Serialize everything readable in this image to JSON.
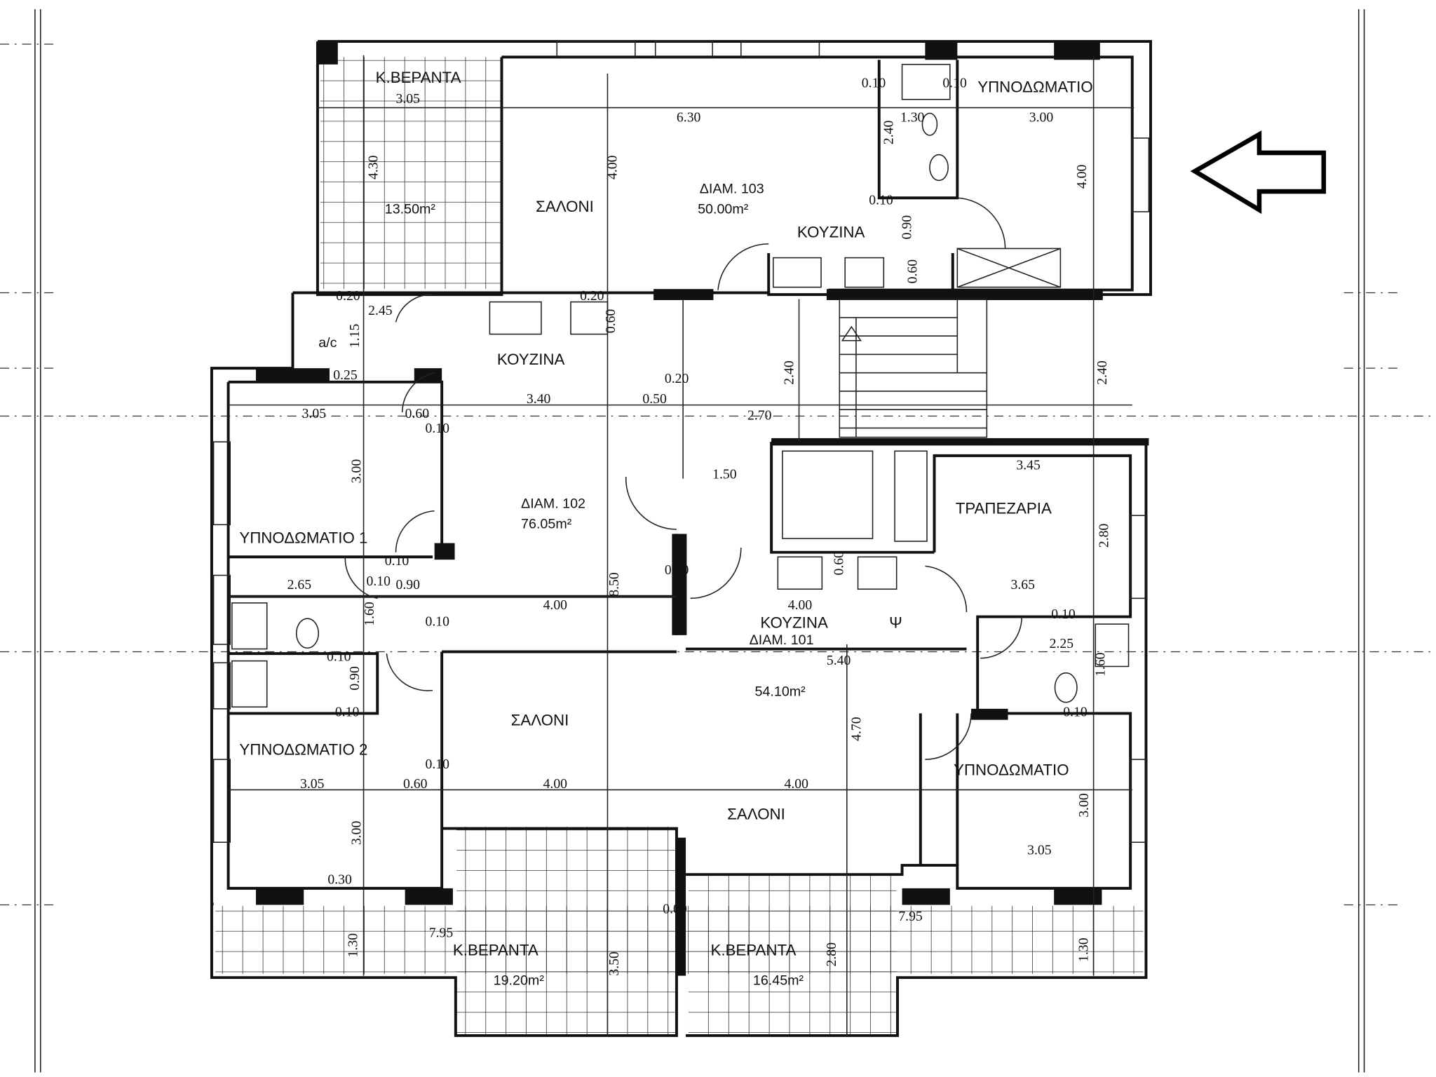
{
  "plan": {
    "rooms": {
      "veranda_top": "Κ.ΒΕΡΑΝΤΑ",
      "veranda_top_area": "13.50m²",
      "saloni_103": "ΣΑΛΟΝΙ",
      "apt_103": "ΔΙΑΜ. 103",
      "apt_103_area": "50.00m²",
      "kouzina_103": "ΚΟΥΖΙΝΑ",
      "ypno_103": "ΥΠΝΟΔΩΜΑΤΙΟ",
      "kouzina_102": "ΚΟΥΖΙΝΑ",
      "ac": "a/c",
      "ypno_1": "ΥΠΝΟΔΩΜΑΤΙΟ 1",
      "apt_102": "ΔΙΑΜ. 102",
      "apt_102_area": "76.05m²",
      "trapezaria": "ΤΡΑΠΕΖΑΡΙΑ",
      "kouzina_101": "ΚΟΥΖΙΝΑ",
      "apt_101": "ΔΙΑΜ. 101",
      "apt_101_area": "54.10m²",
      "psi": "Ψ",
      "ypno_2": "ΥΠΝΟΔΩΜΑΤΙΟ 2",
      "saloni_102": "ΣΑΛΟΝΙ",
      "saloni_101": "ΣΑΛΟΝΙ",
      "ypno_101": "ΥΠΝΟΔΩΜΑΤΙΟ",
      "veranda_bl": "Κ.ΒΕΡΑΝΤΑ",
      "veranda_bl_area": "19.20m²",
      "veranda_br": "Κ.ΒΕΡΑΝΤΑ",
      "veranda_br_area": "16.45m²"
    },
    "dims": [
      "3.05",
      "4.30",
      "6.30",
      "4.00",
      "0.10",
      "0.10",
      "1.30",
      "2.40",
      "3.00",
      "4.00",
      "0.10",
      "0.90",
      "0.60",
      "0.20",
      "2.45",
      "1.15",
      "0.20",
      "0.60",
      "0.25",
      "3.05",
      "0.60",
      "0.10",
      "3.40",
      "0.20",
      "0.50",
      "2.70",
      "2.40",
      "2.40",
      "3.00",
      "1.50",
      "3.45",
      "2.80",
      "0.10",
      "2.65",
      "0.10",
      "0.90",
      "1.60",
      "0.10",
      "4.00",
      "8.50",
      "0.00",
      "0.60",
      "4.00",
      "3.65",
      "0.10",
      "2.25",
      "1.60",
      "0.10",
      "0.90",
      "0.10",
      "5.40",
      "4.70",
      "0.10",
      "0.10",
      "3.05",
      "0.60",
      "4.00",
      "4.00",
      "3.00",
      "3.00",
      "3.05",
      "0.30",
      "7.95",
      "1.30",
      "3.50",
      "0.00",
      "2.80",
      "7.95",
      "1.30"
    ]
  },
  "direction_arrow": "left"
}
